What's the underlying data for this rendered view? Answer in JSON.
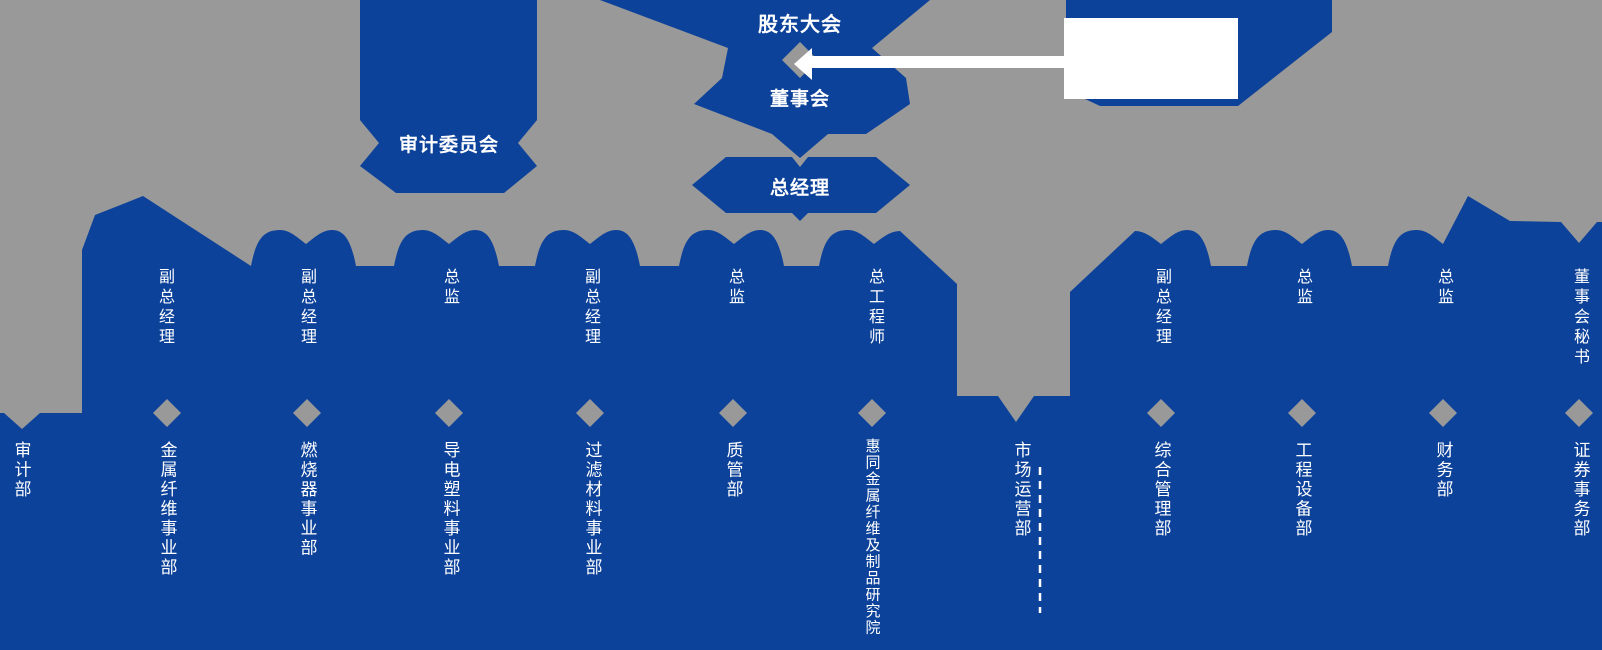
{
  "diagram": {
    "type": "org-chart",
    "top_nodes": {
      "shareholders_meeting": "股东大会",
      "board_of_directors": "董事会",
      "general_manager": "总经理",
      "audit_committee": "审计委员会"
    },
    "management_roles": [
      "副总经理",
      "副总经理",
      "总监",
      "副总经理",
      "总监",
      "总工程师",
      "副总经理",
      "总监",
      "总监",
      "董事会秘书"
    ],
    "departments": [
      "审计部",
      "金属纤维事业部",
      "燃烧器事业部",
      "导电塑料事业部",
      "过滤材料事业部",
      "质管部",
      "惠同金属纤维及制品研究院",
      "市场运营部",
      "综合管理部",
      "工程设备部",
      "财务部",
      "证券事务部"
    ],
    "colors": {
      "node_blue": "#0D429A",
      "background_gray": "#999999",
      "connector_gray": "#999999",
      "callout_white": "#FFFFFF",
      "text": "#FFFFFF"
    }
  }
}
